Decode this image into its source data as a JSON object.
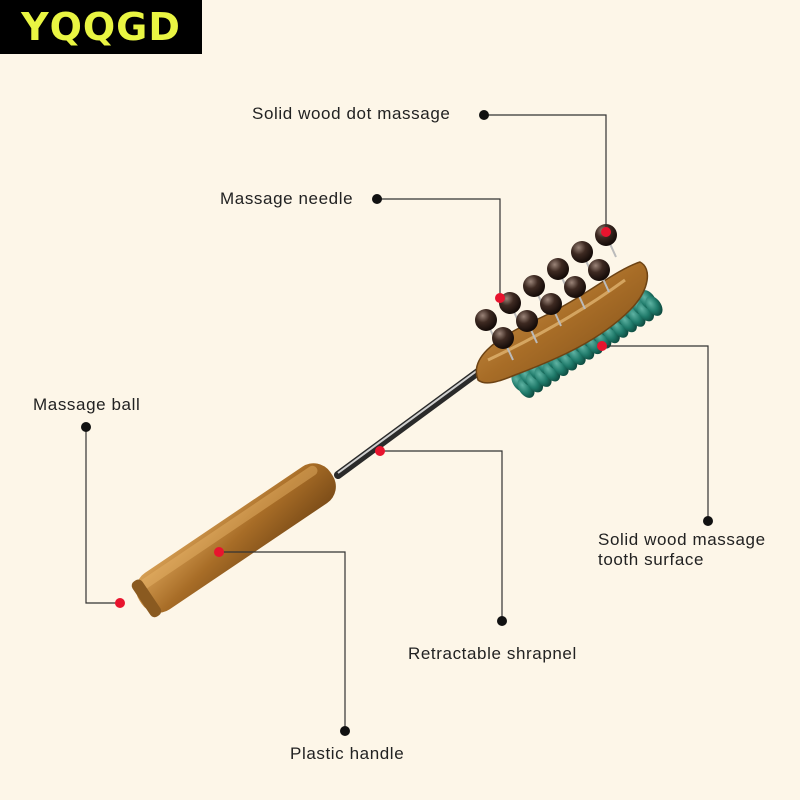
{
  "brand": {
    "logo_text": "YQQGD",
    "logo_color": "#e9f542"
  },
  "colors": {
    "background": "#fdf6e8",
    "leader_line": "#333333",
    "marker_red": "#e8142e",
    "tooth_green": "#1f7a6a",
    "wood": "#b67a2c"
  },
  "callouts": [
    {
      "id": "solid-wood-dot-massage",
      "label": "Solid wood dot massage"
    },
    {
      "id": "massage-needle",
      "label": "Massage needle"
    },
    {
      "id": "massage-ball",
      "label": "Massage ball"
    },
    {
      "id": "solid-wood-massage-tooth-surface",
      "label": "Solid wood massage\ntooth surface"
    },
    {
      "id": "retractable-shrapnel",
      "label": "Retractable shrapnel"
    },
    {
      "id": "plastic-handle",
      "label": "Plastic handle"
    }
  ]
}
